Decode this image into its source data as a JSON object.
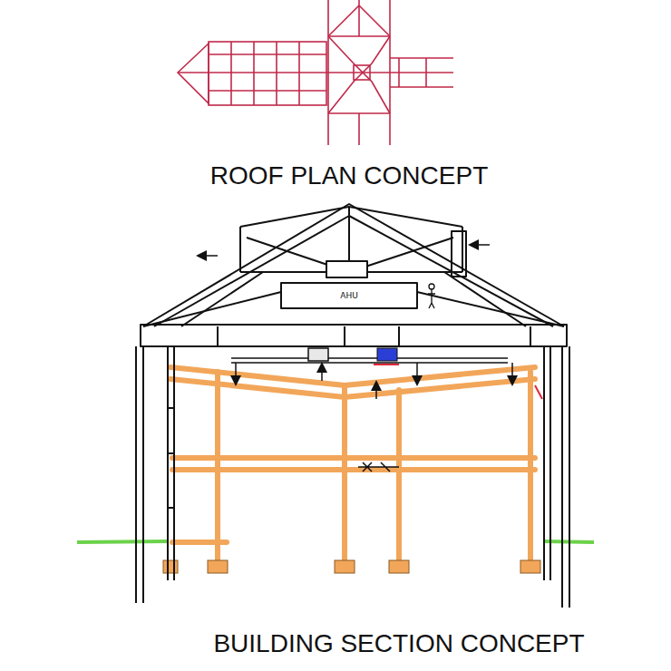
{
  "diagram": {
    "nodes": [
      {
        "text": [
          "AHU"
        ]
      }
    ],
    "labels": [
      "ROOF PLAN CONCEPT",
      "BUILDING SECTION CONCEPT"
    ]
  }
}
